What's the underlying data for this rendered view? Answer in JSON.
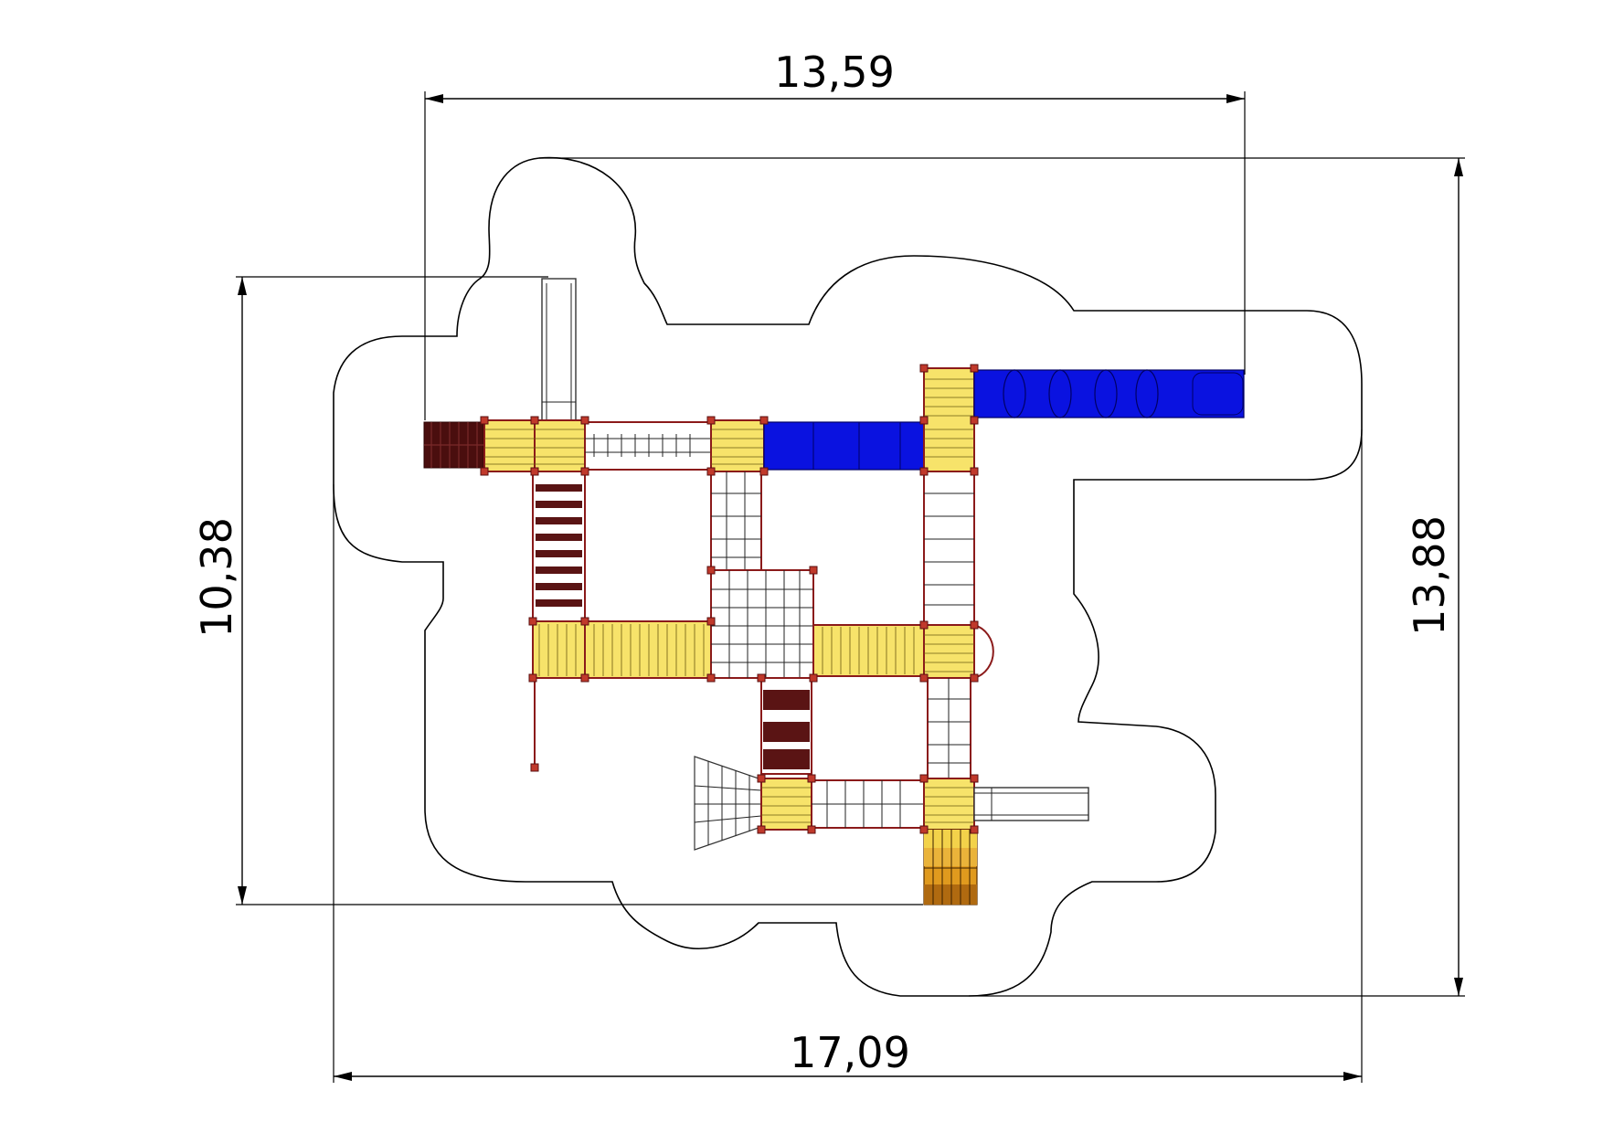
{
  "dimensions": {
    "top_width": "13,59",
    "bottom_width": "17,09",
    "left_height": "10,38",
    "right_height": "13,88"
  },
  "colors": {
    "deck_yellow": "#f7e36a",
    "frame_red": "#8b1a1a",
    "tube_blue": "#0a12e0",
    "step_brown": "#5a1414",
    "safety_zone_outline": "#000000"
  }
}
